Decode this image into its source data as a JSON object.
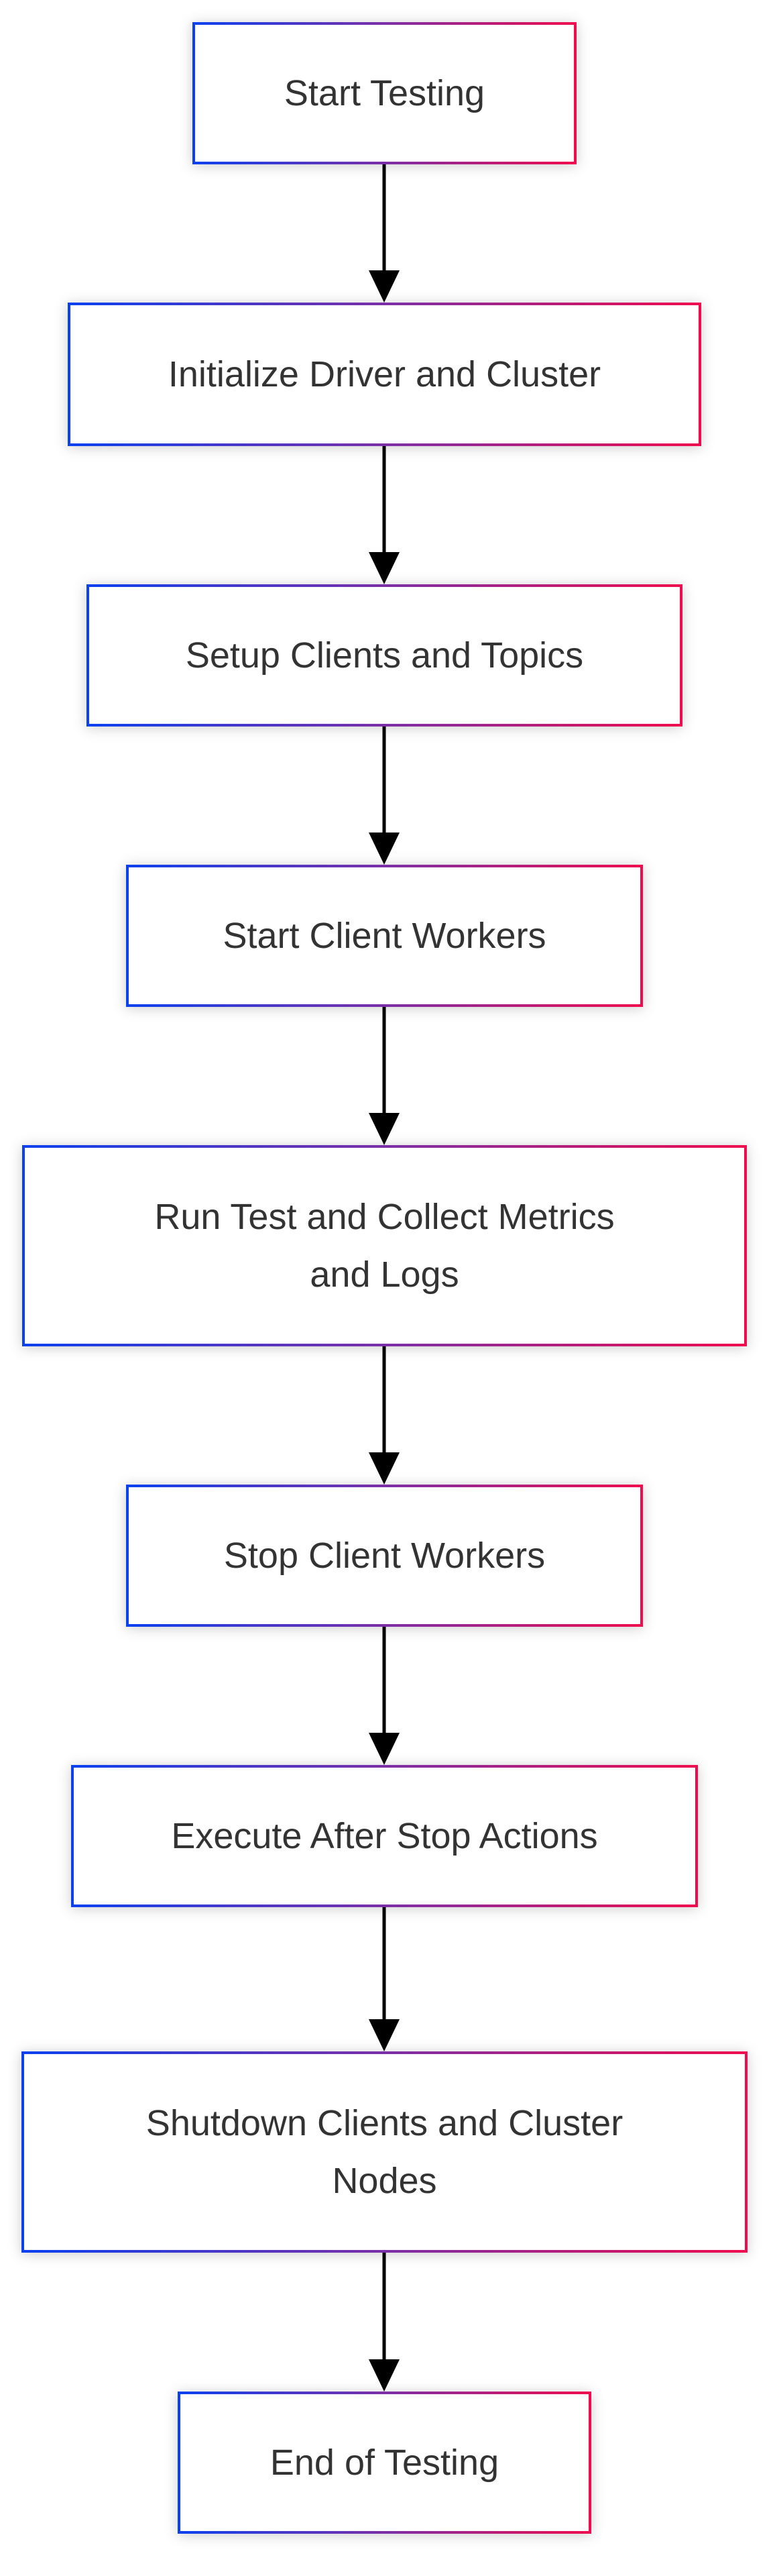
{
  "diagram": {
    "type": "flowchart",
    "direction": "top-down",
    "background_color": "#ffffff",
    "node_fill": "#ffffff",
    "node_border_gradient": [
      "#0b41f0",
      "#7b2fa8",
      "#f00b4e"
    ],
    "text_color": "#333333",
    "arrow_color": "#000000"
  },
  "nodes": [
    {
      "id": "start-testing",
      "label": "Start Testing"
    },
    {
      "id": "init-driver-cluster",
      "label": "Initialize Driver and Cluster"
    },
    {
      "id": "setup-clients-topics",
      "label": "Setup Clients and Topics"
    },
    {
      "id": "start-client-workers",
      "label": "Start Client Workers"
    },
    {
      "id": "run-test-collect",
      "label": "Run Test and Collect Metrics\nand Logs"
    },
    {
      "id": "stop-client-workers",
      "label": "Stop Client Workers"
    },
    {
      "id": "execute-after-stop",
      "label": "Execute After Stop Actions"
    },
    {
      "id": "shutdown-clients-nodes",
      "label": "Shutdown Clients and Cluster\nNodes"
    },
    {
      "id": "end-of-testing",
      "label": "End of Testing"
    }
  ],
  "edges": [
    {
      "from": "start-testing",
      "to": "init-driver-cluster"
    },
    {
      "from": "init-driver-cluster",
      "to": "setup-clients-topics"
    },
    {
      "from": "setup-clients-topics",
      "to": "start-client-workers"
    },
    {
      "from": "start-client-workers",
      "to": "run-test-collect"
    },
    {
      "from": "run-test-collect",
      "to": "stop-client-workers"
    },
    {
      "from": "stop-client-workers",
      "to": "execute-after-stop"
    },
    {
      "from": "execute-after-stop",
      "to": "shutdown-clients-nodes"
    },
    {
      "from": "shutdown-clients-nodes",
      "to": "end-of-testing"
    }
  ]
}
